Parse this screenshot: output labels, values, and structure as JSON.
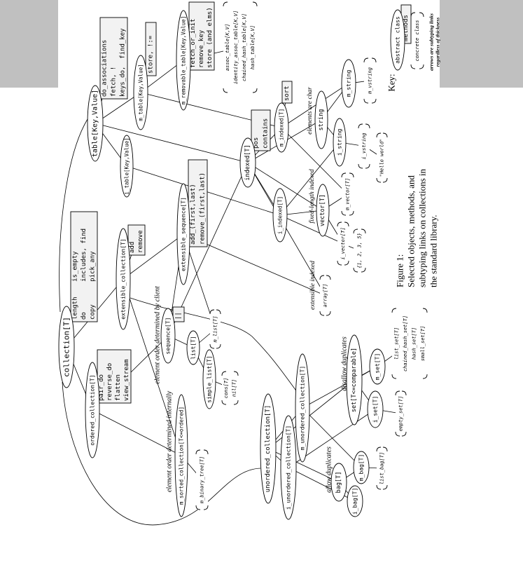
{
  "classes": {
    "collection": "collection[T]",
    "ordered_collection": "ordered_collection[T]",
    "extensible_collection": "extensible_collection[T]",
    "table": "table[Key,Value]",
    "i_table": "i_table[Key,Value]",
    "m_table": "m_table[Key,Value]",
    "m_removable_table": "m_removable_table[Key,Value]",
    "extensible_sequence": "extensible_sequence[T]",
    "indexed": "indexed[T]",
    "m_indexed": "m_indexed[T]",
    "i_indexed": "i_indexed[T]",
    "string": "string",
    "m_string": "m_string",
    "i_string": "i_string",
    "vector": "vector[T]",
    "sequence": "sequence[T]",
    "list": "list[T]",
    "simple_list": "simple_list[T]",
    "m_sorted_collection": "m_sorted_collection[T<=ordered]",
    "unordered_collection": "unordered_collection[T]",
    "i_unordered_collection": "i_unordered_collection[T]",
    "m_unordered_collection": "m_unordered_collection[T]",
    "set": "set[T<=comparable]",
    "m_set": "m_set[T]",
    "i_set": "i_set[T]",
    "bag": "bag[T]",
    "m_bag": "m_bag[T]",
    "i_bag": "i_bag[T]",
    "key_abstract": "abstract class"
  },
  "method_boxes": {
    "collection": [
      "length    is_empty",
      "do        includes, find",
      "copy      pick_any"
    ],
    "ordered_collection": [
      "pair_do",
      "reverse_do",
      "flatten",
      "view_stream"
    ],
    "extensible_collection": [
      "add",
      "remove"
    ],
    "table": [
      "do_associations",
      "fetch, !",
      "keys_do,  find_key"
    ],
    "m_table": [
      "store, !:="
    ],
    "m_removable_table": [
      "fetch_or_init",
      "remove_key",
      "store (and elms)"
    ],
    "extensible_sequence": [
      "add_(first,last)",
      "remove_(first,last)"
    ],
    "indexed": [
      "pos",
      "contains"
    ],
    "m_indexed": [
      "sort"
    ],
    "sequence": [
      "||"
    ],
    "key_methods": [
      "methods"
    ]
  },
  "concrete_brackets": {
    "tables": [
      "assoc_table[K,V]",
      "identity_assoc_table[K,V]",
      "chained_hash_table[K,V]",
      "hash_table[K,V]"
    ],
    "m_vstring": [
      "m_vstring"
    ],
    "i_vstring": [
      "i_vstring"
    ],
    "hello_world": [
      "\"Hello world\""
    ],
    "m_vector": [
      "m_vector[T]"
    ],
    "i_vector": [
      "i_vector[T]"
    ],
    "vector_literal": [
      "{1, 2, 3, 5}"
    ],
    "array": [
      "array[T]"
    ],
    "m_list": [
      "m_list[T]"
    ],
    "cons_nil": [
      "cons[T]",
      "nil[T]"
    ],
    "m_binary_tree": [
      "m_binary_tree[T]"
    ],
    "sets": [
      "list_set[T]",
      "chained_hash_set[T]",
      "hash_set[T]",
      "small_set[T]"
    ],
    "empty_set": [
      "empty_set[T]"
    ],
    "list_bag": [
      "list_bag[T]"
    ],
    "key_concrete": [
      "concrete class"
    ]
  },
  "annotations": {
    "elements_are_char": "elements are char",
    "fixed_length_indexed": "fixed-length indexed",
    "extensible_indexed": "extensible indexed",
    "order_by_client": "element order determined by client",
    "order_internally": "element order determined internally",
    "disallow_duplicates": "disallow duplicates",
    "allow_duplicates": "allow duplicates"
  },
  "key": {
    "title": "Key:",
    "note": [
      "arrows are subtyping links",
      "regardless of thickness"
    ]
  },
  "figure": {
    "caption": [
      "Figure 1:",
      "Selected objects, methods, and",
      "subtyping links on collections in",
      "the standard library."
    ]
  },
  "colors": {
    "margin_gray": "#c0c0c0",
    "box_fill": "#f2f2f2",
    "ink": "#000000"
  }
}
